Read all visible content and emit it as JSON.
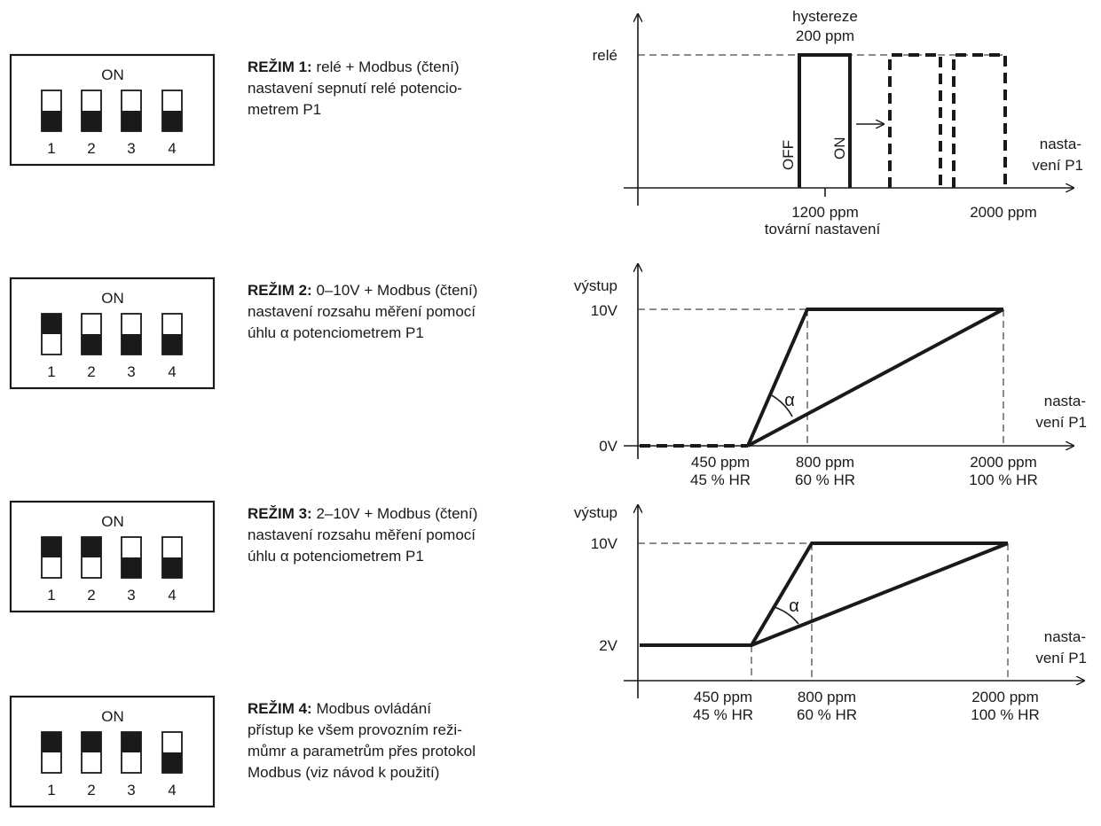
{
  "modes": [
    {
      "dip_label": "ON",
      "switches": [
        {
          "n": "1",
          "on": false
        },
        {
          "n": "2",
          "on": false
        },
        {
          "n": "3",
          "on": false
        },
        {
          "n": "4",
          "on": false
        }
      ],
      "title": "REŽIM 1:",
      "title_rest": " relé + Modbus (čtení)",
      "lines": [
        "nastavení sepnutí relé potencio-",
        "metrem P1"
      ]
    },
    {
      "dip_label": "ON",
      "switches": [
        {
          "n": "1",
          "on": true
        },
        {
          "n": "2",
          "on": false
        },
        {
          "n": "3",
          "on": false
        },
        {
          "n": "4",
          "on": false
        }
      ],
      "title": "REŽIM 2:",
      "title_rest": " 0–10V + Modbus (čtení)",
      "lines": [
        "nastavení rozsahu měření pomocí",
        "úhlu α potenciometrem P1"
      ]
    },
    {
      "dip_label": "ON",
      "switches": [
        {
          "n": "1",
          "on": true
        },
        {
          "n": "2",
          "on": true
        },
        {
          "n": "3",
          "on": false
        },
        {
          "n": "4",
          "on": false
        }
      ],
      "title": "REŽIM 3:",
      "title_rest": " 2–10V + Modbus (čtení)",
      "lines": [
        "nastavení rozsahu měření pomocí",
        "úhlu α potenciometrem P1"
      ]
    },
    {
      "dip_label": "ON",
      "switches": [
        {
          "n": "1",
          "on": true
        },
        {
          "n": "2",
          "on": true
        },
        {
          "n": "3",
          "on": true
        },
        {
          "n": "4",
          "on": false
        }
      ],
      "title": "REŽIM 4:",
      "title_rest": " Modbus ovládání",
      "lines": [
        "přístup ke všem provozním reži-",
        "můmr a parametrům přes protokol",
        "Modbus (viz návod k použití)"
      ]
    }
  ],
  "chart1": {
    "ylabel": "relé",
    "hyst1": "hystereze",
    "hyst2": "200 ppm",
    "off": "OFF",
    "on": "ON",
    "x1": "1200 ppm",
    "x1b": "tovární nastavení",
    "x2": "2000 ppm",
    "xl1": "nasta-",
    "xl2": "vení P1"
  },
  "chart2": {
    "ylabel": "výstup",
    "ytop": "10V",
    "ybot": "0V",
    "alpha": "α",
    "xa": "450 ppm",
    "xa2": "45 % HR",
    "xb": "800 ppm",
    "xb2": "60 % HR",
    "xc": "2000 ppm",
    "xc2": "100 % HR",
    "xl1": "nasta-",
    "xl2": "vení P1"
  },
  "chart3": {
    "ylabel": "výstup",
    "ytop": "10V",
    "ybot": "2V",
    "alpha": "α",
    "xa": "450 ppm",
    "xa2": "45 % HR",
    "xb": "800 ppm",
    "xb2": "60 % HR",
    "xc": "2000 ppm",
    "xc2": "100 % HR",
    "xl1": "nasta-",
    "xl2": "vení P1"
  }
}
